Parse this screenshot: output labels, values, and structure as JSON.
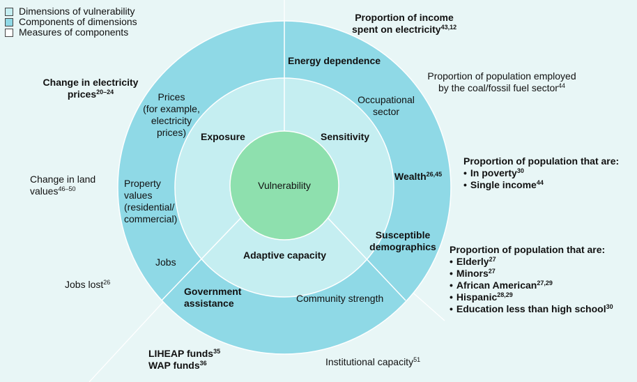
{
  "colors": {
    "background": "#e8f6f6",
    "dimension_ring": "#c5eef1",
    "component_ring": "#8fd9e6",
    "center": "#8ee0ae",
    "measure_swatch": "#ffffff"
  },
  "legend": [
    {
      "label": "Dimensions of vulnerability",
      "color": "#c5eef1"
    },
    {
      "label": "Components of dimensions",
      "color": "#8fd9e6"
    },
    {
      "label": "Measures of components",
      "color": "#ffffff"
    }
  ],
  "center_label": "Vulnerability",
  "dimensions": {
    "exposure": "Exposure",
    "sensitivity": "Sensitivity",
    "adaptive_capacity": "Adaptive capacity"
  },
  "components": {
    "energy_dependence": "Energy dependence",
    "occupational_sector": [
      "Occupational",
      "sector"
    ],
    "wealth": {
      "text": "Wealth",
      "sup": "26,45"
    },
    "susceptible_demographics": [
      "Susceptible",
      "demographics"
    ],
    "prices": [
      "Prices",
      "(for example,",
      "electricity",
      "prices)"
    ],
    "property_values": [
      "Property",
      "values",
      "(residential/",
      "commercial)"
    ],
    "jobs": "Jobs",
    "government_assistance": [
      "Government",
      "assistance"
    ],
    "community_strength": "Community strength"
  },
  "measures": {
    "income_on_electricity": {
      "line1": "Proportion of income",
      "line2": "spent on electricity",
      "sup": "43,12"
    },
    "coal_employment": {
      "line1": "Proportion of population employed",
      "line2": "by the coal/fossil fuel sector",
      "sup": "44"
    },
    "wealth_measures": {
      "heading": "Proportion of population that are:",
      "items": [
        {
          "text": "In poverty",
          "sup": "30"
        },
        {
          "text": "Single income",
          "sup": "44"
        }
      ]
    },
    "demographic_measures": {
      "heading": "Proportion of population that are:",
      "items": [
        {
          "text": "Elderly",
          "sup": "27"
        },
        {
          "text": "Minors",
          "sup": "27"
        },
        {
          "text": "African American",
          "sup": "27,29"
        },
        {
          "text": "Hispanic",
          "sup": "28,29"
        },
        {
          "text": "Education less than high school",
          "sup": "30"
        }
      ]
    },
    "electricity_prices": {
      "line1": "Change in electricity",
      "line2": "prices",
      "sup": "20–24"
    },
    "land_values": {
      "line1": "Change in land",
      "line2": "values",
      "sup": "46–50"
    },
    "jobs_lost": {
      "text": "Jobs lost",
      "sup": "26"
    },
    "liheap": {
      "text": "LIHEAP funds",
      "sup": "35"
    },
    "wap": {
      "text": "WAP funds",
      "sup": "36"
    },
    "institutional_capacity": {
      "text": "Institutional capacity",
      "sup": "51"
    }
  }
}
